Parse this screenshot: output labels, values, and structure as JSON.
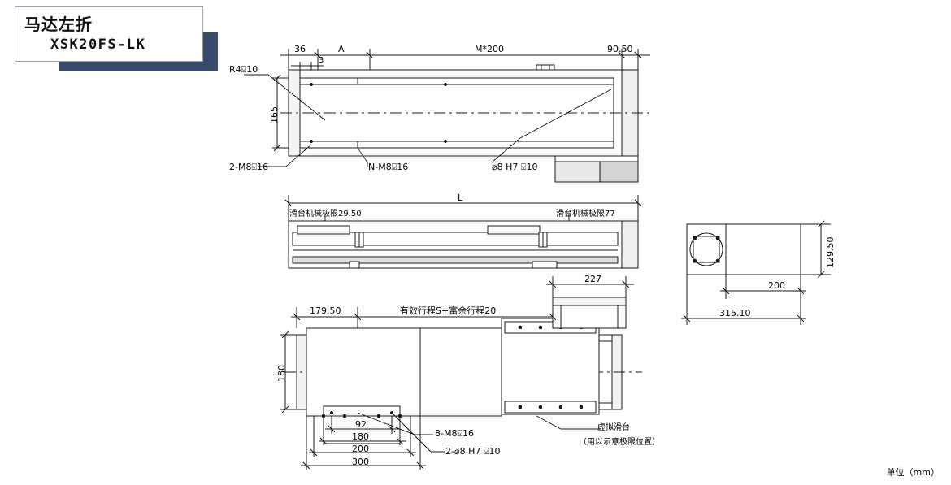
{
  "page": {
    "title_cn": "马达左折",
    "model_code": "XSK20FS-LK",
    "unit_note": "单位（mm）"
  },
  "top_view": {
    "dim_36": "36",
    "dim_A": "A",
    "dim_3": "3",
    "dim_M200": "M*200",
    "dim_9050": "90.50",
    "dim_165": "165",
    "note_R4": "R4⍌10",
    "note_2M8": "2-M8⍌16",
    "note_NM8": "N-M8⍌16",
    "note_pin": "⌀8 H7 ⍌10"
  },
  "side_view": {
    "dim_L": "L",
    "note_left_limit": "滑台机械极限29.50",
    "note_right_limit": "滑台机械极限77"
  },
  "bottom_view": {
    "dim_227": "227",
    "dim_17950": "179.50",
    "dim_stroke": "有效行程S+富余行程20",
    "dim_180_v": "180",
    "dim_92": "92",
    "dim_180": "180",
    "dim_200": "200",
    "dim_300": "300",
    "note_8M8": "8-M8⍌16",
    "note_2pin": "2-⌀8 H7 ⍌10",
    "note_virtual_1": "虚拟滑台",
    "note_virtual_2": "（用以示意极限位置）"
  },
  "end_view": {
    "dim_12950": "129.50",
    "dim_200": "200",
    "dim_31510": "315.10"
  },
  "colors": {
    "line": "#1a1a1a",
    "title_band": "#3a4a6b",
    "fill_light": "#f2f2f2",
    "fill_grey": "#d9d9d9"
  }
}
